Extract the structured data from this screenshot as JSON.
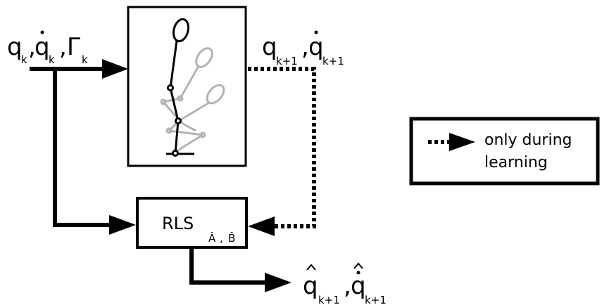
{
  "input_label": {
    "q": "q",
    "q_sub": "k",
    "qdot": "q",
    "qdot_sub": "k",
    "sep": ",",
    "gamma": "Γ",
    "gamma_sub": "k"
  },
  "output_label": {
    "q": "q",
    "q_sub": "k+1",
    "sep": ",",
    "qdot": "q",
    "qdot_sub": "k+1"
  },
  "rls_block": {
    "label": "RLS",
    "sub_a": "Â",
    "sub_sep": ",",
    "sub_b": "B̂"
  },
  "estimate_label": {
    "q": "q",
    "q_sub": "k+1",
    "sep": ",",
    "qdot": "q",
    "qdot_sub": "k+1"
  },
  "legend": {
    "line1": "only during",
    "line2": "learning"
  },
  "colors": {
    "line": "#000000",
    "ghost_robot": "#b3b3b3"
  }
}
